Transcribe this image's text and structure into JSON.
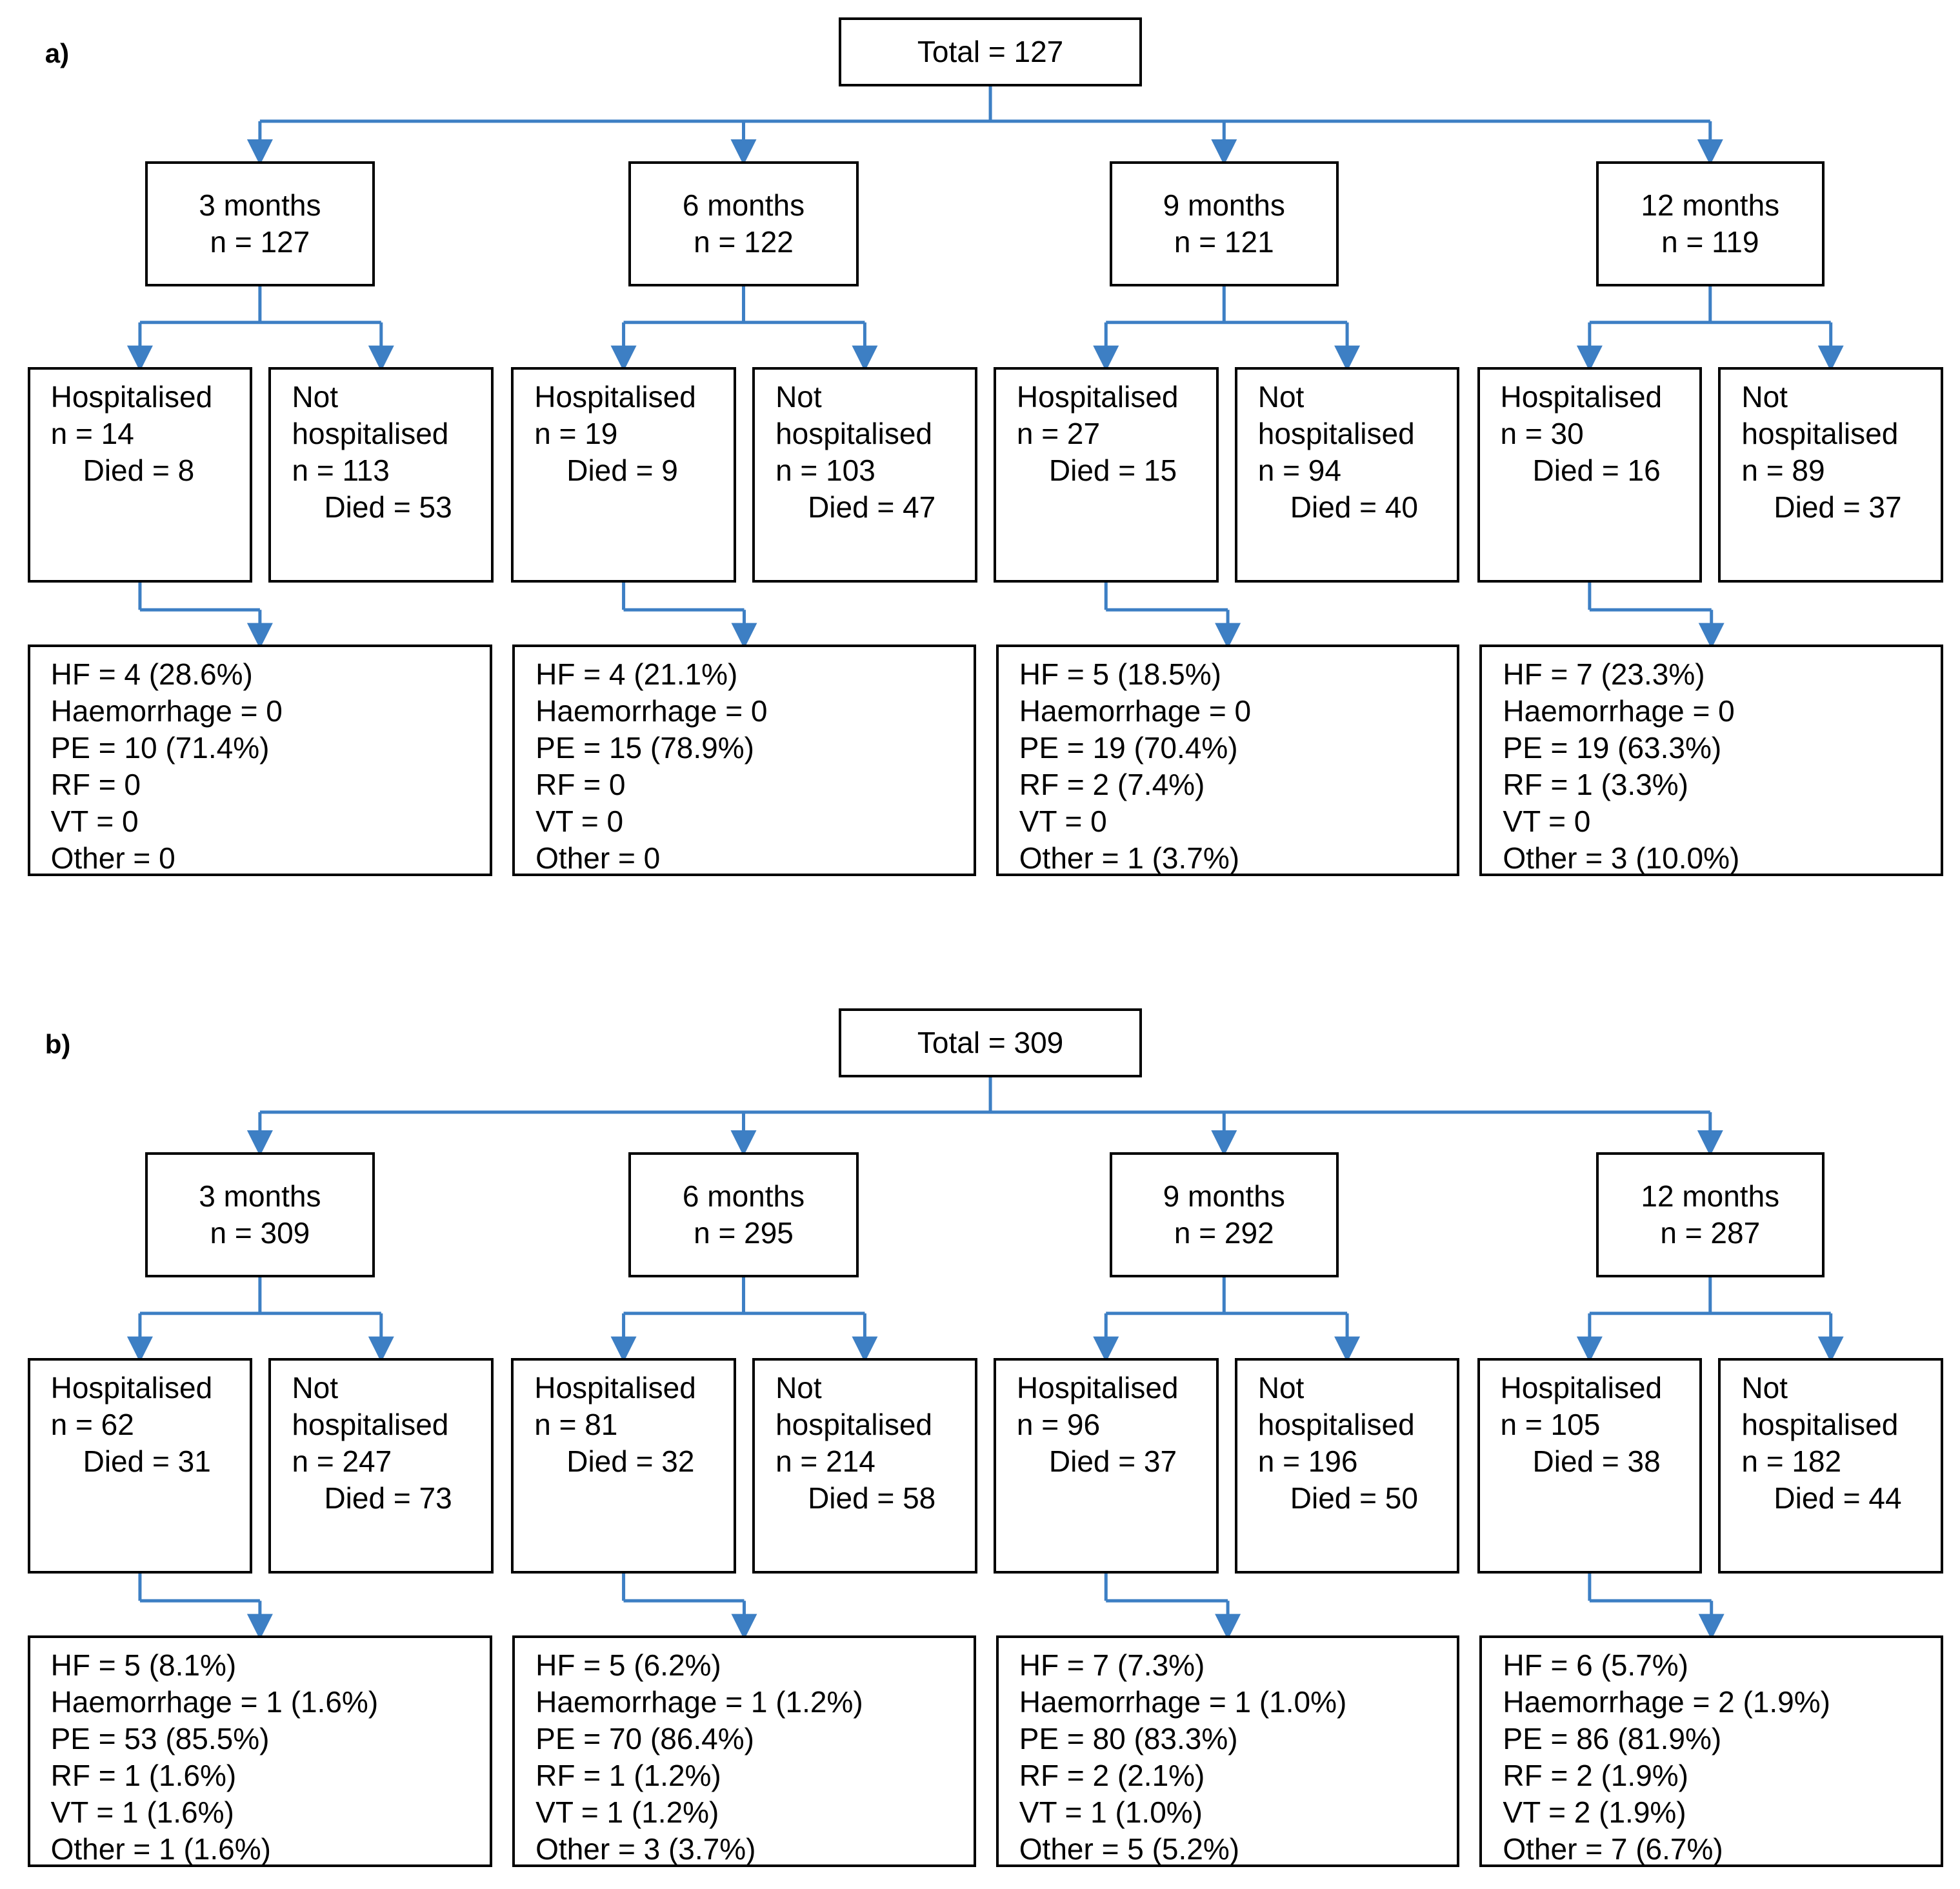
{
  "panels": [
    {
      "label": "a)",
      "total": "Total = 127",
      "columns": [
        {
          "period": {
            "title": "3 months",
            "n": "n = 127"
          },
          "hospitalised": {
            "title": "Hospitalised",
            "n": "n = 14",
            "died": "Died = 8"
          },
          "not_hospitalised": {
            "title1": "Not",
            "title2": "hospitalised",
            "n": "n = 113",
            "died": "Died = 53"
          },
          "causes": [
            "HF = 4 (28.6%)",
            "Haemorrhage = 0",
            "PE = 10 (71.4%)",
            "RF = 0",
            "VT = 0",
            "Other = 0"
          ]
        },
        {
          "period": {
            "title": "6 months",
            "n": "n = 122"
          },
          "hospitalised": {
            "title": "Hospitalised",
            "n": "n = 19",
            "died": "Died = 9"
          },
          "not_hospitalised": {
            "title1": "Not",
            "title2": "hospitalised",
            "n": "n = 103",
            "died": "Died = 47"
          },
          "causes": [
            "HF = 4 (21.1%)",
            "Haemorrhage = 0",
            "PE = 15 (78.9%)",
            "RF = 0",
            "VT = 0",
            "Other = 0"
          ]
        },
        {
          "period": {
            "title": "9 months",
            "n": "n = 121"
          },
          "hospitalised": {
            "title": "Hospitalised",
            "n": "n = 27",
            "died": "Died = 15"
          },
          "not_hospitalised": {
            "title1": "Not",
            "title2": "hospitalised",
            "n": "n = 94",
            "died": "Died = 40"
          },
          "causes": [
            "HF = 5 (18.5%)",
            "Haemorrhage = 0",
            "PE = 19 (70.4%)",
            "RF = 2 (7.4%)",
            "VT = 0",
            "Other = 1 (3.7%)"
          ]
        },
        {
          "period": {
            "title": "12 months",
            "n": "n = 119"
          },
          "hospitalised": {
            "title": "Hospitalised",
            "n": "n = 30",
            "died": "Died = 16"
          },
          "not_hospitalised": {
            "title1": "Not",
            "title2": "hospitalised",
            "n": "n = 89",
            "died": "Died = 37"
          },
          "causes": [
            "HF = 7 (23.3%)",
            "Haemorrhage = 0",
            "PE = 19 (63.3%)",
            "RF = 1 (3.3%)",
            "VT = 0",
            "Other = 3 (10.0%)"
          ]
        }
      ]
    },
    {
      "label": "b)",
      "total": "Total = 309",
      "columns": [
        {
          "period": {
            "title": "3 months",
            "n": "n = 309"
          },
          "hospitalised": {
            "title": "Hospitalised",
            "n": "n = 62",
            "died": "Died = 31"
          },
          "not_hospitalised": {
            "title1": "Not",
            "title2": "hospitalised",
            "n": "n = 247",
            "died": "Died = 73"
          },
          "causes": [
            "HF = 5 (8.1%)",
            "Haemorrhage = 1 (1.6%)",
            "PE = 53 (85.5%)",
            "RF = 1 (1.6%)",
            "VT = 1 (1.6%)",
            "Other = 1 (1.6%)"
          ]
        },
        {
          "period": {
            "title": "6 months",
            "n": "n = 295"
          },
          "hospitalised": {
            "title": "Hospitalised",
            "n": "n = 81",
            "died": "Died = 32"
          },
          "not_hospitalised": {
            "title1": "Not",
            "title2": "hospitalised",
            "n": "n = 214",
            "died": "Died = 58"
          },
          "causes": [
            "HF = 5 (6.2%)",
            "Haemorrhage = 1 (1.2%)",
            "PE = 70 (86.4%)",
            "RF = 1 (1.2%)",
            "VT = 1 (1.2%)",
            "Other = 3 (3.7%)"
          ]
        },
        {
          "period": {
            "title": "9 months",
            "n": "n = 292"
          },
          "hospitalised": {
            "title": "Hospitalised",
            "n": "n = 96",
            "died": "Died = 37"
          },
          "not_hospitalised": {
            "title1": "Not",
            "title2": "hospitalised",
            "n": "n = 196",
            "died": "Died = 50"
          },
          "causes": [
            "HF = 7 (7.3%)",
            "Haemorrhage = 1 (1.0%)",
            "PE = 80 (83.3%)",
            "RF = 2 (2.1%)",
            "VT = 1 (1.0%)",
            "Other = 5 (5.2%)"
          ]
        },
        {
          "period": {
            "title": "12 months",
            "n": "n = 287"
          },
          "hospitalised": {
            "title": "Hospitalised",
            "n": "n = 105",
            "died": "Died = 38"
          },
          "not_hospitalised": {
            "title1": "Not",
            "title2": "hospitalised",
            "n": "n = 182",
            "died": "Died = 44"
          },
          "causes": [
            "HF = 6 (5.7%)",
            "Haemorrhage = 2 (1.9%)",
            "PE = 86 (81.9%)",
            "RF = 2 (1.9%)",
            "VT = 2 (1.9%)",
            "Other = 7 (6.7%)"
          ]
        }
      ]
    }
  ],
  "styles": {
    "connector_color": "#3d7fc4",
    "box_border": "#000000"
  }
}
